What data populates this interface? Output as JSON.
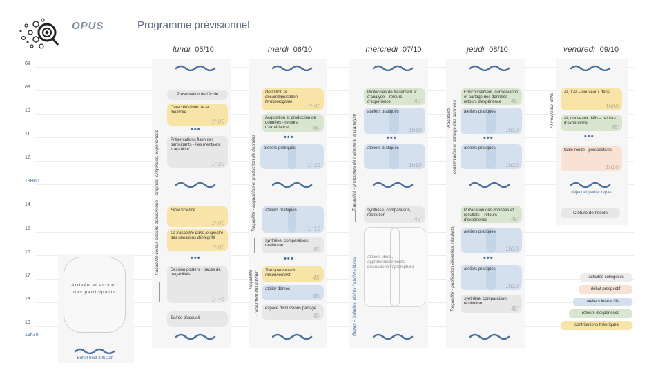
{
  "header": {
    "brand": "OPUS",
    "title": "Programme  prévisionnel"
  },
  "hours": [
    "08",
    "09",
    "10",
    "11",
    "12",
    "13H00",
    "14",
    "15",
    "16",
    "17",
    "18",
    "19",
    "19h30"
  ],
  "days": [
    {
      "name": "lundi",
      "date": "05/10"
    },
    {
      "name": "mardi",
      "date": "06/10"
    },
    {
      "name": "mercredi",
      "date": "07/10"
    },
    {
      "name": "jeudi",
      "date": "08/10"
    },
    {
      "name": "vendredi",
      "date": "09/10"
    }
  ],
  "pre": {
    "arrival": "Arrivée et accueil des participants",
    "buffet": "Buffet froid 20h-22h"
  },
  "lundi": {
    "presentation": "Présentation de l'école",
    "memoire": "Caractéristique de la mémoire",
    "memoire_dur": "1h00",
    "flash": "Présentations flash des participants - îles mentales 'traçabilité'",
    "flash_dur": "1h20",
    "slow": "Slow Science",
    "slow_dur": "1h00",
    "spectre": "La traçabilité dans le spectre des questions d'intégrité",
    "spectre_dur": "1h00",
    "posters": "Session posters - traces de traçabilités",
    "posters_dur": "1h40",
    "soiree": "Soirée d'accueil",
    "vlabel": "Traçabilité  versus opacité épistémique – origines, exigences, expériences"
  },
  "mardi": {
    "definition": "Définition et désambiguïsation terminologique",
    "definition_dur": "1h00",
    "acquisition": "Acquisition et production de données - retours d'expérience",
    "acquisition_dur": "45'",
    "ateliers1": "ateliers pratiques",
    "ateliers1_dur": "1h10",
    "ateliers2": "ateliers pratiques",
    "ateliers2_dur": "1h10",
    "synthese": "synthèse, comparaison, restitution",
    "synthese_dur": "45'",
    "transparence": "Transparence du raisonnement",
    "transparence_dur": "45'",
    "demos": "atelier démos",
    "demos_dur": "45'",
    "discussion": "espace discussions partage",
    "discussion_dur": "45'",
    "vlabel1": "Traçabilité  - acquisition et production de données",
    "vlabel2a": "Traçabilité",
    "vlabel2b": "- raisonnement humain"
  },
  "mercredi": {
    "protocoles": "Protocoles de traitement et d'analyse – retours d'expérience",
    "protocoles_dur": "45'",
    "ateliers1": "ateliers pratiques",
    "ateliers1_dur": "1h10",
    "ateliers2": "ateliers pratiques",
    "ateliers2_dur": "1h10",
    "synthese": "synthèse, comparaison, restitution",
    "synthese_dur": "45'",
    "libres": "ateliers libres, approfondissements, discussions impromptues",
    "vlabel1": "Traçabilité  - protocoles  de traitement  et d'analyse",
    "vlabel2": "Repas – balades, visites / ateliers libres"
  },
  "jeudi": {
    "enrichissement": "Enrichissement, conservation et partage des données – retours d'expérience",
    "enrichissement_dur": "45'",
    "ateliers1": "ateliers pratiques",
    "ateliers1_dur": "1h10",
    "ateliers2": "ateliers pratiques",
    "ateliers2_dur": "1h10",
    "publication": "Publication des données et résultats – retours d'expérience",
    "publication_dur": "45'",
    "ateliers3": "ateliers pratiques",
    "ateliers3_dur": "1h10",
    "ateliers4": "ateliers pratiques",
    "ateliers4_dur": "1h10",
    "synthese": "synthèse, comparaison, restitution",
    "synthese_dur": "45'",
    "vlabel1a": "Traçabilité  -",
    "vlabel1b": "conservation  et partage des données",
    "vlabel2": "Traçabilité - publication (données, résultats)"
  },
  "vendredi": {
    "ai_xai": "AI, XAI – nouveaux défis",
    "ai_xai_dur": "1h00",
    "ai_new": "AI, nouveaux défis – retours d'expérience",
    "ai_new_dur": "45'",
    "table_ronde": "table ronde - perspectives",
    "table_ronde_dur": "1h10",
    "dejeuner": "déjeuner/panier repas",
    "cloture": "Clôture de l'école",
    "vlabel": "AI nouveaux défis"
  },
  "legend": [
    "activités collégiales",
    "débat prospectif",
    "ateliers interactifs",
    "retours d'expérience",
    "contributions théoriques"
  ],
  "colors": {
    "yellow": "#f8e4a6",
    "green": "#d8e5cf",
    "blue": "#d4e0ee",
    "grey": "#e7e7e7",
    "orange": "#f8e2d4",
    "wave": "#4a6fa0"
  }
}
